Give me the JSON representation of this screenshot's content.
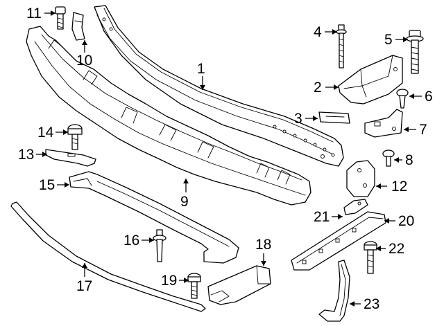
{
  "diagram": {
    "colors": {
      "line": "#000000",
      "background": "#ffffff"
    },
    "callouts": [
      {
        "id": "1",
        "label": "1"
      },
      {
        "id": "2",
        "label": "2"
      },
      {
        "id": "3",
        "label": "3"
      },
      {
        "id": "4",
        "label": "4"
      },
      {
        "id": "5",
        "label": "5"
      },
      {
        "id": "6",
        "label": "6"
      },
      {
        "id": "7",
        "label": "7"
      },
      {
        "id": "8",
        "label": "8"
      },
      {
        "id": "9",
        "label": "9"
      },
      {
        "id": "10",
        "label": "10"
      },
      {
        "id": "11",
        "label": "11"
      },
      {
        "id": "12",
        "label": "12"
      },
      {
        "id": "13",
        "label": "13"
      },
      {
        "id": "14",
        "label": "14"
      },
      {
        "id": "15",
        "label": "15"
      },
      {
        "id": "16",
        "label": "16"
      },
      {
        "id": "17",
        "label": "17"
      },
      {
        "id": "18",
        "label": "18"
      },
      {
        "id": "19",
        "label": "19"
      },
      {
        "id": "20",
        "label": "20"
      },
      {
        "id": "21",
        "label": "21"
      },
      {
        "id": "22",
        "label": "22"
      },
      {
        "id": "23",
        "label": "23"
      }
    ]
  }
}
